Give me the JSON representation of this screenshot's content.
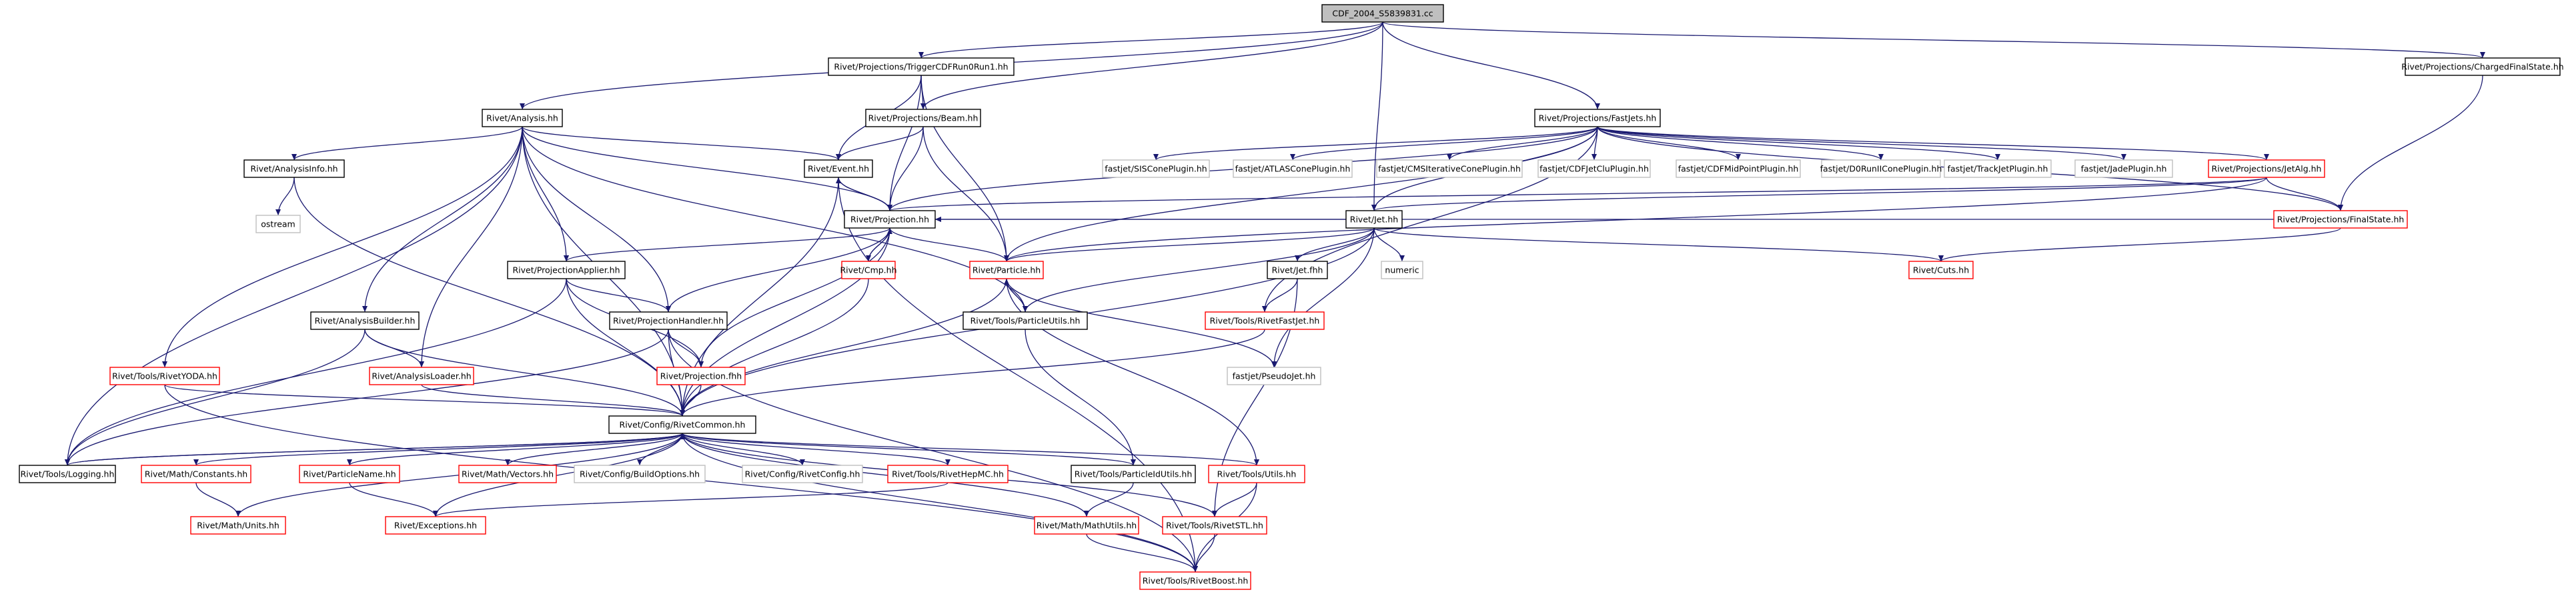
{
  "colors": {
    "edge": "#191970",
    "node_border_black": "#000000",
    "node_border_red": "#ff0000",
    "node_border_grey": "#bfbfbf",
    "root_fill": "#bfbfbf",
    "node_fill": "#ffffff",
    "text": "#000000"
  },
  "nodes": [
    {
      "id": "root",
      "label": "CDF_2004_S5839831.cc",
      "style": "root"
    },
    {
      "id": "trig",
      "label": "Rivet/Projections/TriggerCDFRun0Run1.hh",
      "style": "black"
    },
    {
      "id": "charged",
      "label": "Rivet/Projections/ChargedFinalState.hh",
      "style": "black"
    },
    {
      "id": "analysis",
      "label": "Rivet/Analysis.hh",
      "style": "black"
    },
    {
      "id": "beam",
      "label": "Rivet/Projections/Beam.hh",
      "style": "black"
    },
    {
      "id": "fastjets",
      "label": "Rivet/Projections/FastJets.hh",
      "style": "black"
    },
    {
      "id": "ainfo",
      "label": "Rivet/AnalysisInfo.hh",
      "style": "black"
    },
    {
      "id": "event",
      "label": "Rivet/Event.hh",
      "style": "black"
    },
    {
      "id": "sis",
      "label": "fastjet/SISConePlugin.hh",
      "style": "grey"
    },
    {
      "id": "atlas",
      "label": "fastjet/ATLASConePlugin.hh",
      "style": "grey"
    },
    {
      "id": "cms",
      "label": "fastjet/CMSIterativeConePlugin.hh",
      "style": "grey"
    },
    {
      "id": "cdfclu",
      "label": "fastjet/CDFJetCluPlugin.hh",
      "style": "grey"
    },
    {
      "id": "cdfmid",
      "label": "fastjet/CDFMidPointPlugin.hh",
      "style": "grey"
    },
    {
      "id": "d0",
      "label": "fastjet/D0RunIIConePlugin.hh",
      "style": "grey"
    },
    {
      "id": "track",
      "label": "fastjet/TrackJetPlugin.hh",
      "style": "grey"
    },
    {
      "id": "jade",
      "label": "fastjet/JadePlugin.hh",
      "style": "grey"
    },
    {
      "id": "jetalg",
      "label": "Rivet/Projections/JetAlg.hh",
      "style": "red"
    },
    {
      "id": "ostream",
      "label": "ostream",
      "style": "grey"
    },
    {
      "id": "projection",
      "label": "Rivet/Projection.hh",
      "style": "black"
    },
    {
      "id": "jet",
      "label": "Rivet/Jet.hh",
      "style": "black"
    },
    {
      "id": "finalstate",
      "label": "Rivet/Projections/FinalState.hh",
      "style": "red"
    },
    {
      "id": "papplier",
      "label": "Rivet/ProjectionApplier.hh",
      "style": "black"
    },
    {
      "id": "cmp",
      "label": "Rivet/Cmp.hh",
      "style": "red"
    },
    {
      "id": "particle",
      "label": "Rivet/Particle.hh",
      "style": "red"
    },
    {
      "id": "jetf",
      "label": "Rivet/Jet.fhh",
      "style": "black"
    },
    {
      "id": "numeric",
      "label": "numeric",
      "style": "grey"
    },
    {
      "id": "cuts",
      "label": "Rivet/Cuts.hh",
      "style": "red"
    },
    {
      "id": "abuilder",
      "label": "Rivet/AnalysisBuilder.hh",
      "style": "black"
    },
    {
      "id": "phandler",
      "label": "Rivet/ProjectionHandler.hh",
      "style": "black"
    },
    {
      "id": "putils",
      "label": "Rivet/Tools/ParticleUtils.hh",
      "style": "black"
    },
    {
      "id": "rfastjet",
      "label": "Rivet/Tools/RivetFastJet.hh",
      "style": "red"
    },
    {
      "id": "yoda",
      "label": "Rivet/Tools/RivetYODA.hh",
      "style": "red"
    },
    {
      "id": "aloader",
      "label": "Rivet/AnalysisLoader.hh",
      "style": "red"
    },
    {
      "id": "projf",
      "label": "Rivet/Projection.fhh",
      "style": "red"
    },
    {
      "id": "pseudojet",
      "label": "fastjet/PseudoJet.hh",
      "style": "grey"
    },
    {
      "id": "common",
      "label": "Rivet/Config/RivetCommon.hh",
      "style": "black"
    },
    {
      "id": "logging",
      "label": "Rivet/Tools/Logging.hh",
      "style": "black"
    },
    {
      "id": "constants",
      "label": "Rivet/Math/Constants.hh",
      "style": "red"
    },
    {
      "id": "pname",
      "label": "Rivet/ParticleName.hh",
      "style": "red"
    },
    {
      "id": "vectors",
      "label": "Rivet/Math/Vectors.hh",
      "style": "red"
    },
    {
      "id": "buildopts",
      "label": "Rivet/Config/BuildOptions.hh",
      "style": "grey"
    },
    {
      "id": "rconfig",
      "label": "Rivet/Config/RivetConfig.hh",
      "style": "grey"
    },
    {
      "id": "hepmc",
      "label": "Rivet/Tools/RivetHepMC.hh",
      "style": "red"
    },
    {
      "id": "pidutils",
      "label": "Rivet/Tools/ParticleIdUtils.hh",
      "style": "black"
    },
    {
      "id": "utils",
      "label": "Rivet/Tools/Utils.hh",
      "style": "red"
    },
    {
      "id": "units",
      "label": "Rivet/Math/Units.hh",
      "style": "red"
    },
    {
      "id": "exceptions",
      "label": "Rivet/Exceptions.hh",
      "style": "red"
    },
    {
      "id": "mathutils",
      "label": "Rivet/Math/MathUtils.hh",
      "style": "red"
    },
    {
      "id": "stl",
      "label": "Rivet/Tools/RivetSTL.hh",
      "style": "red"
    },
    {
      "id": "boost",
      "label": "Rivet/Tools/RivetBoost.hh",
      "style": "red"
    }
  ],
  "edges": [
    [
      "root",
      "trig"
    ],
    [
      "root",
      "charged"
    ],
    [
      "root",
      "analysis"
    ],
    [
      "root",
      "beam"
    ],
    [
      "root",
      "fastjets"
    ],
    [
      "root",
      "jet"
    ],
    [
      "trig",
      "beam"
    ],
    [
      "trig",
      "event"
    ],
    [
      "trig",
      "projection"
    ],
    [
      "trig",
      "particle"
    ],
    [
      "charged",
      "finalstate"
    ],
    [
      "analysis",
      "ainfo"
    ],
    [
      "analysis",
      "event"
    ],
    [
      "analysis",
      "projection"
    ],
    [
      "analysis",
      "papplier"
    ],
    [
      "analysis",
      "abuilder"
    ],
    [
      "analysis",
      "phandler"
    ],
    [
      "analysis",
      "putils"
    ],
    [
      "analysis",
      "yoda"
    ],
    [
      "analysis",
      "aloader"
    ],
    [
      "analysis",
      "common"
    ],
    [
      "analysis",
      "logging"
    ],
    [
      "beam",
      "event"
    ],
    [
      "beam",
      "projection"
    ],
    [
      "beam",
      "particle"
    ],
    [
      "fastjets",
      "sis"
    ],
    [
      "fastjets",
      "atlas"
    ],
    [
      "fastjets",
      "cms"
    ],
    [
      "fastjets",
      "cdfclu"
    ],
    [
      "fastjets",
      "cdfmid"
    ],
    [
      "fastjets",
      "d0"
    ],
    [
      "fastjets",
      "track"
    ],
    [
      "fastjets",
      "jade"
    ],
    [
      "fastjets",
      "jetalg"
    ],
    [
      "fastjets",
      "projection"
    ],
    [
      "fastjets",
      "particle"
    ],
    [
      "fastjets",
      "jet"
    ],
    [
      "fastjets",
      "rfastjet"
    ],
    [
      "fastjets",
      "finalstate"
    ],
    [
      "ainfo",
      "ostream"
    ],
    [
      "ainfo",
      "common"
    ],
    [
      "event",
      "projection"
    ],
    [
      "event",
      "common"
    ],
    [
      "event",
      "boost"
    ],
    [
      "jetalg",
      "projection"
    ],
    [
      "jetalg",
      "jet"
    ],
    [
      "jetalg",
      "finalstate"
    ],
    [
      "jetalg",
      "particle"
    ],
    [
      "projection",
      "event"
    ],
    [
      "projection",
      "papplier"
    ],
    [
      "projection",
      "cmp"
    ],
    [
      "projection",
      "particle"
    ],
    [
      "projection",
      "phandler"
    ],
    [
      "projection",
      "projf"
    ],
    [
      "projection",
      "common"
    ],
    [
      "jet",
      "particle"
    ],
    [
      "jet",
      "jetf"
    ],
    [
      "jet",
      "numeric"
    ],
    [
      "jet",
      "cuts"
    ],
    [
      "jet",
      "putils"
    ],
    [
      "jet",
      "pseudojet"
    ],
    [
      "jet",
      "common"
    ],
    [
      "jet",
      "projection"
    ],
    [
      "finalstate",
      "cuts"
    ],
    [
      "finalstate",
      "projection"
    ],
    [
      "papplier",
      "phandler"
    ],
    [
      "papplier",
      "projf"
    ],
    [
      "papplier",
      "common"
    ],
    [
      "papplier",
      "logging"
    ],
    [
      "cmp",
      "projection"
    ],
    [
      "cmp",
      "common"
    ],
    [
      "particle",
      "putils"
    ],
    [
      "particle",
      "common"
    ],
    [
      "particle",
      "pseudojet"
    ],
    [
      "particle",
      "utils"
    ],
    [
      "jetf",
      "rfastjet"
    ],
    [
      "jetf",
      "stl"
    ],
    [
      "abuilder",
      "aloader"
    ],
    [
      "abuilder",
      "logging"
    ],
    [
      "abuilder",
      "common"
    ],
    [
      "phandler",
      "projf"
    ],
    [
      "phandler",
      "common"
    ],
    [
      "phandler",
      "logging"
    ],
    [
      "phandler",
      "boost"
    ],
    [
      "putils",
      "particle"
    ],
    [
      "putils",
      "pidutils"
    ],
    [
      "rfastjet",
      "common"
    ],
    [
      "yoda",
      "common"
    ],
    [
      "yoda",
      "boost"
    ],
    [
      "aloader",
      "common"
    ],
    [
      "projf",
      "common"
    ],
    [
      "common",
      "logging"
    ],
    [
      "common",
      "constants"
    ],
    [
      "common",
      "pname"
    ],
    [
      "common",
      "vectors"
    ],
    [
      "common",
      "buildopts"
    ],
    [
      "common",
      "rconfig"
    ],
    [
      "common",
      "hepmc"
    ],
    [
      "common",
      "pidutils"
    ],
    [
      "common",
      "utils"
    ],
    [
      "common",
      "exceptions"
    ],
    [
      "common",
      "mathutils"
    ],
    [
      "common",
      "stl"
    ],
    [
      "common",
      "boost"
    ],
    [
      "common",
      "units"
    ],
    [
      "logging",
      "common"
    ],
    [
      "constants",
      "units"
    ],
    [
      "pname",
      "exceptions"
    ],
    [
      "hepmc",
      "exceptions"
    ],
    [
      "pidutils",
      "mathutils"
    ],
    [
      "utils",
      "stl"
    ],
    [
      "utils",
      "boost"
    ],
    [
      "mathutils",
      "boost"
    ],
    [
      "stl",
      "boost"
    ]
  ]
}
